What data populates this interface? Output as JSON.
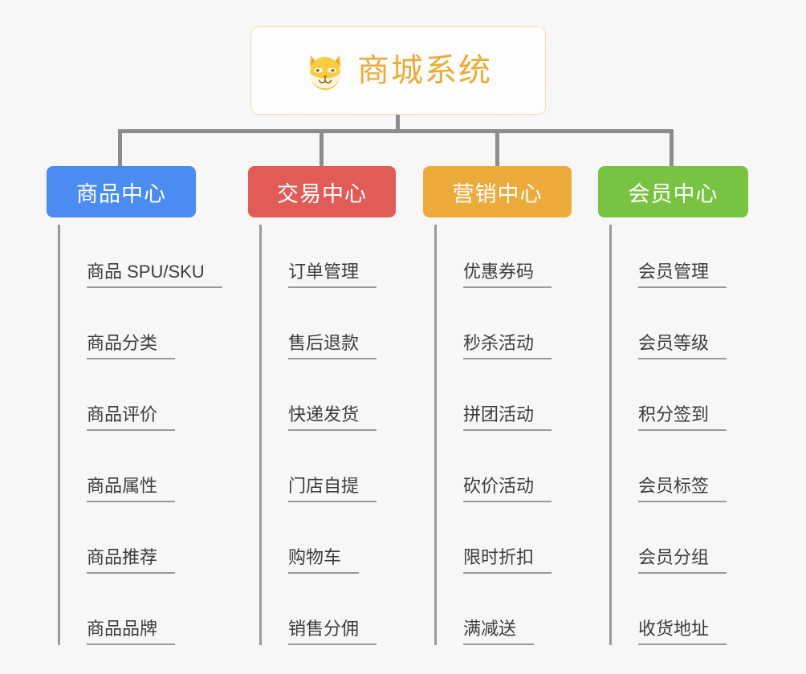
{
  "root": {
    "title": "商城系统",
    "logo_icon": "shiba-dog-icon",
    "border_color": "#f0b95c",
    "title_color": "#e8ad36",
    "background": "#fdfdfd"
  },
  "page": {
    "background": "#f7f7f7",
    "connector_color": "#8c8c8c"
  },
  "columns": [
    {
      "id": "product-center",
      "title": "商品中心",
      "color": "#4a8cf0",
      "items": [
        "商品 SPU/SKU",
        "商品分类",
        "商品评价",
        "商品属性",
        "商品推荐",
        "商品品牌"
      ]
    },
    {
      "id": "trade-center",
      "title": "交易中心",
      "color": "#e25c57",
      "items": [
        "订单管理",
        "售后退款",
        "快递发货",
        "门店自提",
        "购物车",
        "销售分佣"
      ]
    },
    {
      "id": "marketing-center",
      "title": "营销中心",
      "color": "#edab3c",
      "items": [
        "优惠券码",
        "秒杀活动",
        "拼团活动",
        "砍价活动",
        "限时折扣",
        "满减送"
      ]
    },
    {
      "id": "member-center",
      "title": "会员中心",
      "color": "#79c343",
      "items": [
        "会员管理",
        "会员等级",
        "积分签到",
        "会员标签",
        "会员分组",
        "收货地址"
      ]
    }
  ]
}
